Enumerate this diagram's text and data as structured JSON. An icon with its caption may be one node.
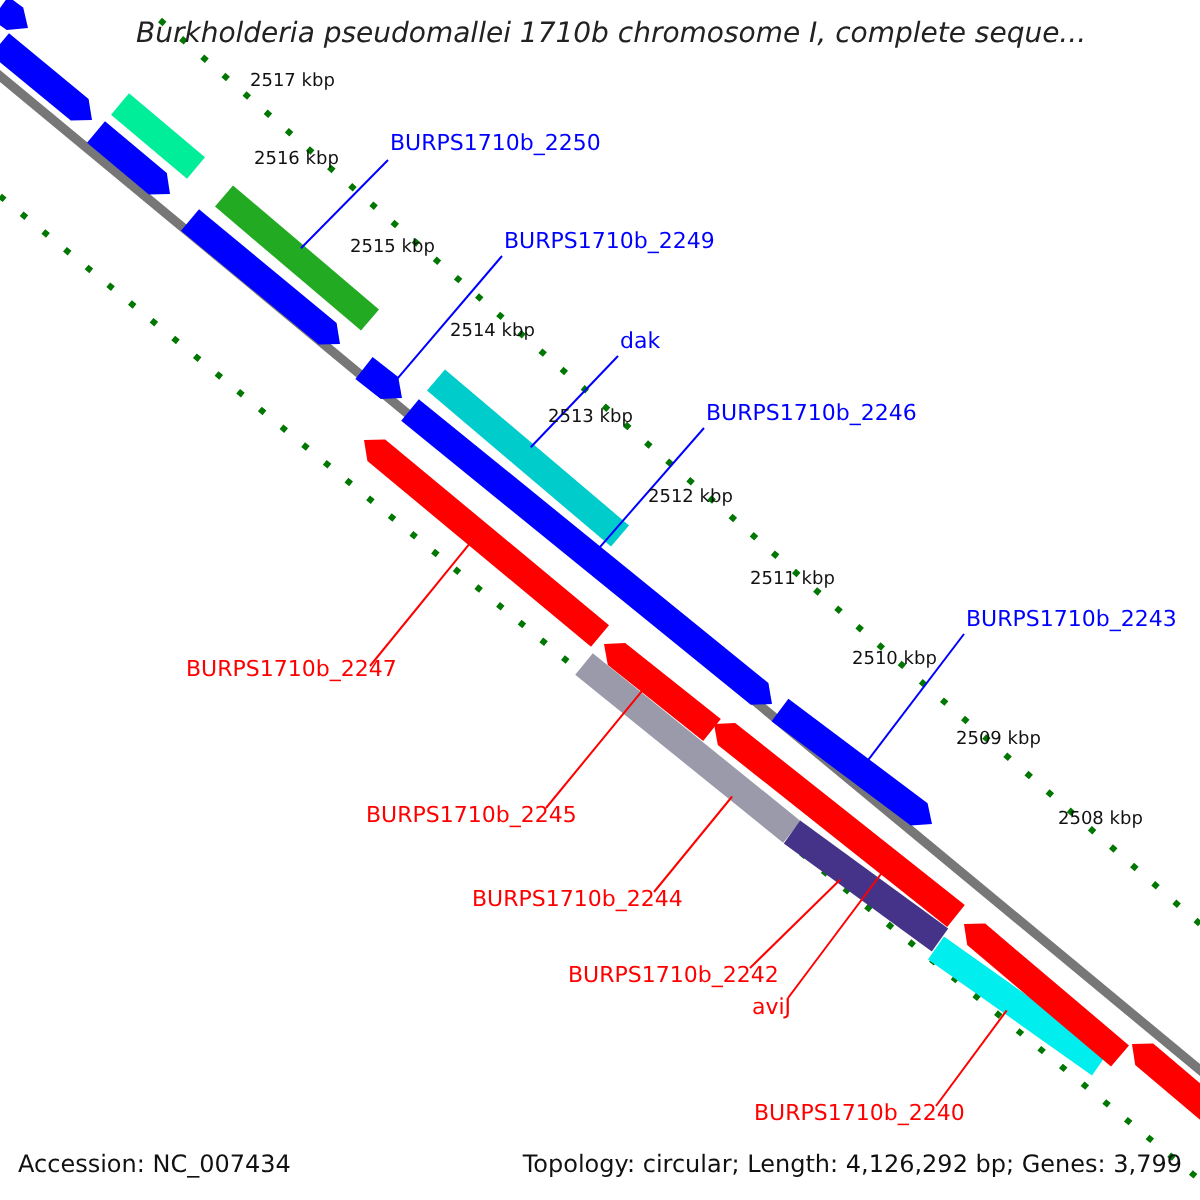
{
  "diagram": {
    "title": "Burkholderia pseudomallei 1710b chromosome I, complete seque...",
    "nodes": [
      {
        "text": [
          "BURPS1710b_2250"
        ]
      },
      {
        "text": [
          "BURPS1710b_2249"
        ]
      },
      {
        "text": [
          "dak"
        ]
      },
      {
        "text": [
          "BURPS1710b_2246"
        ]
      },
      {
        "text": [
          "BURPS1710b_2247"
        ]
      },
      {
        "text": [
          "BURPS1710b_2243"
        ]
      },
      {
        "text": [
          "BURPS1710b_2245"
        ]
      },
      {
        "text": [
          "BURPS1710b_2244"
        ]
      },
      {
        "text": [
          "BURPS1710b_2242"
        ]
      },
      {
        "text": [
          "aviJ"
        ]
      },
      {
        "text": [
          "BURPS1710b_2240"
        ]
      },
      {
        "text": [],
        "shape": "bar"
      },
      {
        "text": [],
        "shape": "bar"
      },
      {
        "text": [],
        "shape": "bar"
      },
      {
        "text": [],
        "shape": "bar"
      },
      {
        "text": [],
        "shape": "bar"
      },
      {
        "text": [],
        "shape": "bar"
      },
      {
        "text": [],
        "shape": "bar"
      },
      {
        "text": [],
        "shape": "bar"
      },
      {
        "text": [],
        "shape": "bar"
      },
      {
        "text": [],
        "shape": "bar"
      },
      {
        "text": [],
        "shape": "bar"
      },
      {
        "text": [],
        "shape": "bar"
      },
      {
        "text": [],
        "shape": "bar"
      },
      {
        "text": [],
        "shape": "bar"
      },
      {
        "text": [],
        "shape": "bar"
      },
      {
        "text": [],
        "shape": "bar"
      },
      {
        "text": [],
        "shape": "bar"
      },
      {
        "text": [],
        "shape": "bar"
      }
    ],
    "edges": [
      {
        "from": 0,
        "to": 11,
        "arrow": "none",
        "color": "#0000ff"
      },
      {
        "from": 1,
        "to": 12,
        "arrow": "none",
        "color": "#0000ff"
      },
      {
        "from": 2,
        "to": 13,
        "arrow": "none",
        "color": "#0000ff"
      },
      {
        "from": 3,
        "to": 14,
        "arrow": "none",
        "color": "#0000ff"
      },
      {
        "from": 4,
        "to": 15,
        "arrow": "none"
      },
      {
        "from": 5,
        "to": 16,
        "arrow": "none",
        "color": "#0000ff"
      },
      {
        "from": 6,
        "to": 17,
        "arrow": "none"
      },
      {
        "from": 7,
        "to": 18,
        "arrow": "none"
      },
      {
        "from": 8,
        "to": 19,
        "arrow": "none"
      },
      {
        "from": 9,
        "to": 20,
        "arrow": "none"
      },
      {
        "from": 10,
        "to": 21,
        "arrow": "none"
      }
    ],
    "labels": [
      "2517 kbp",
      "2516 kbp",
      "2515 kbp",
      "2514 kbp",
      "2513 kbp",
      "2512 kbp",
      "2511 kbp",
      "2510 kbp",
      "2509 kbp",
      "2508 kbp",
      "Accession: NC_007434",
      "Topology: circular; Length: 4,126,292 bp; Genes: 3,799"
    ]
  }
}
